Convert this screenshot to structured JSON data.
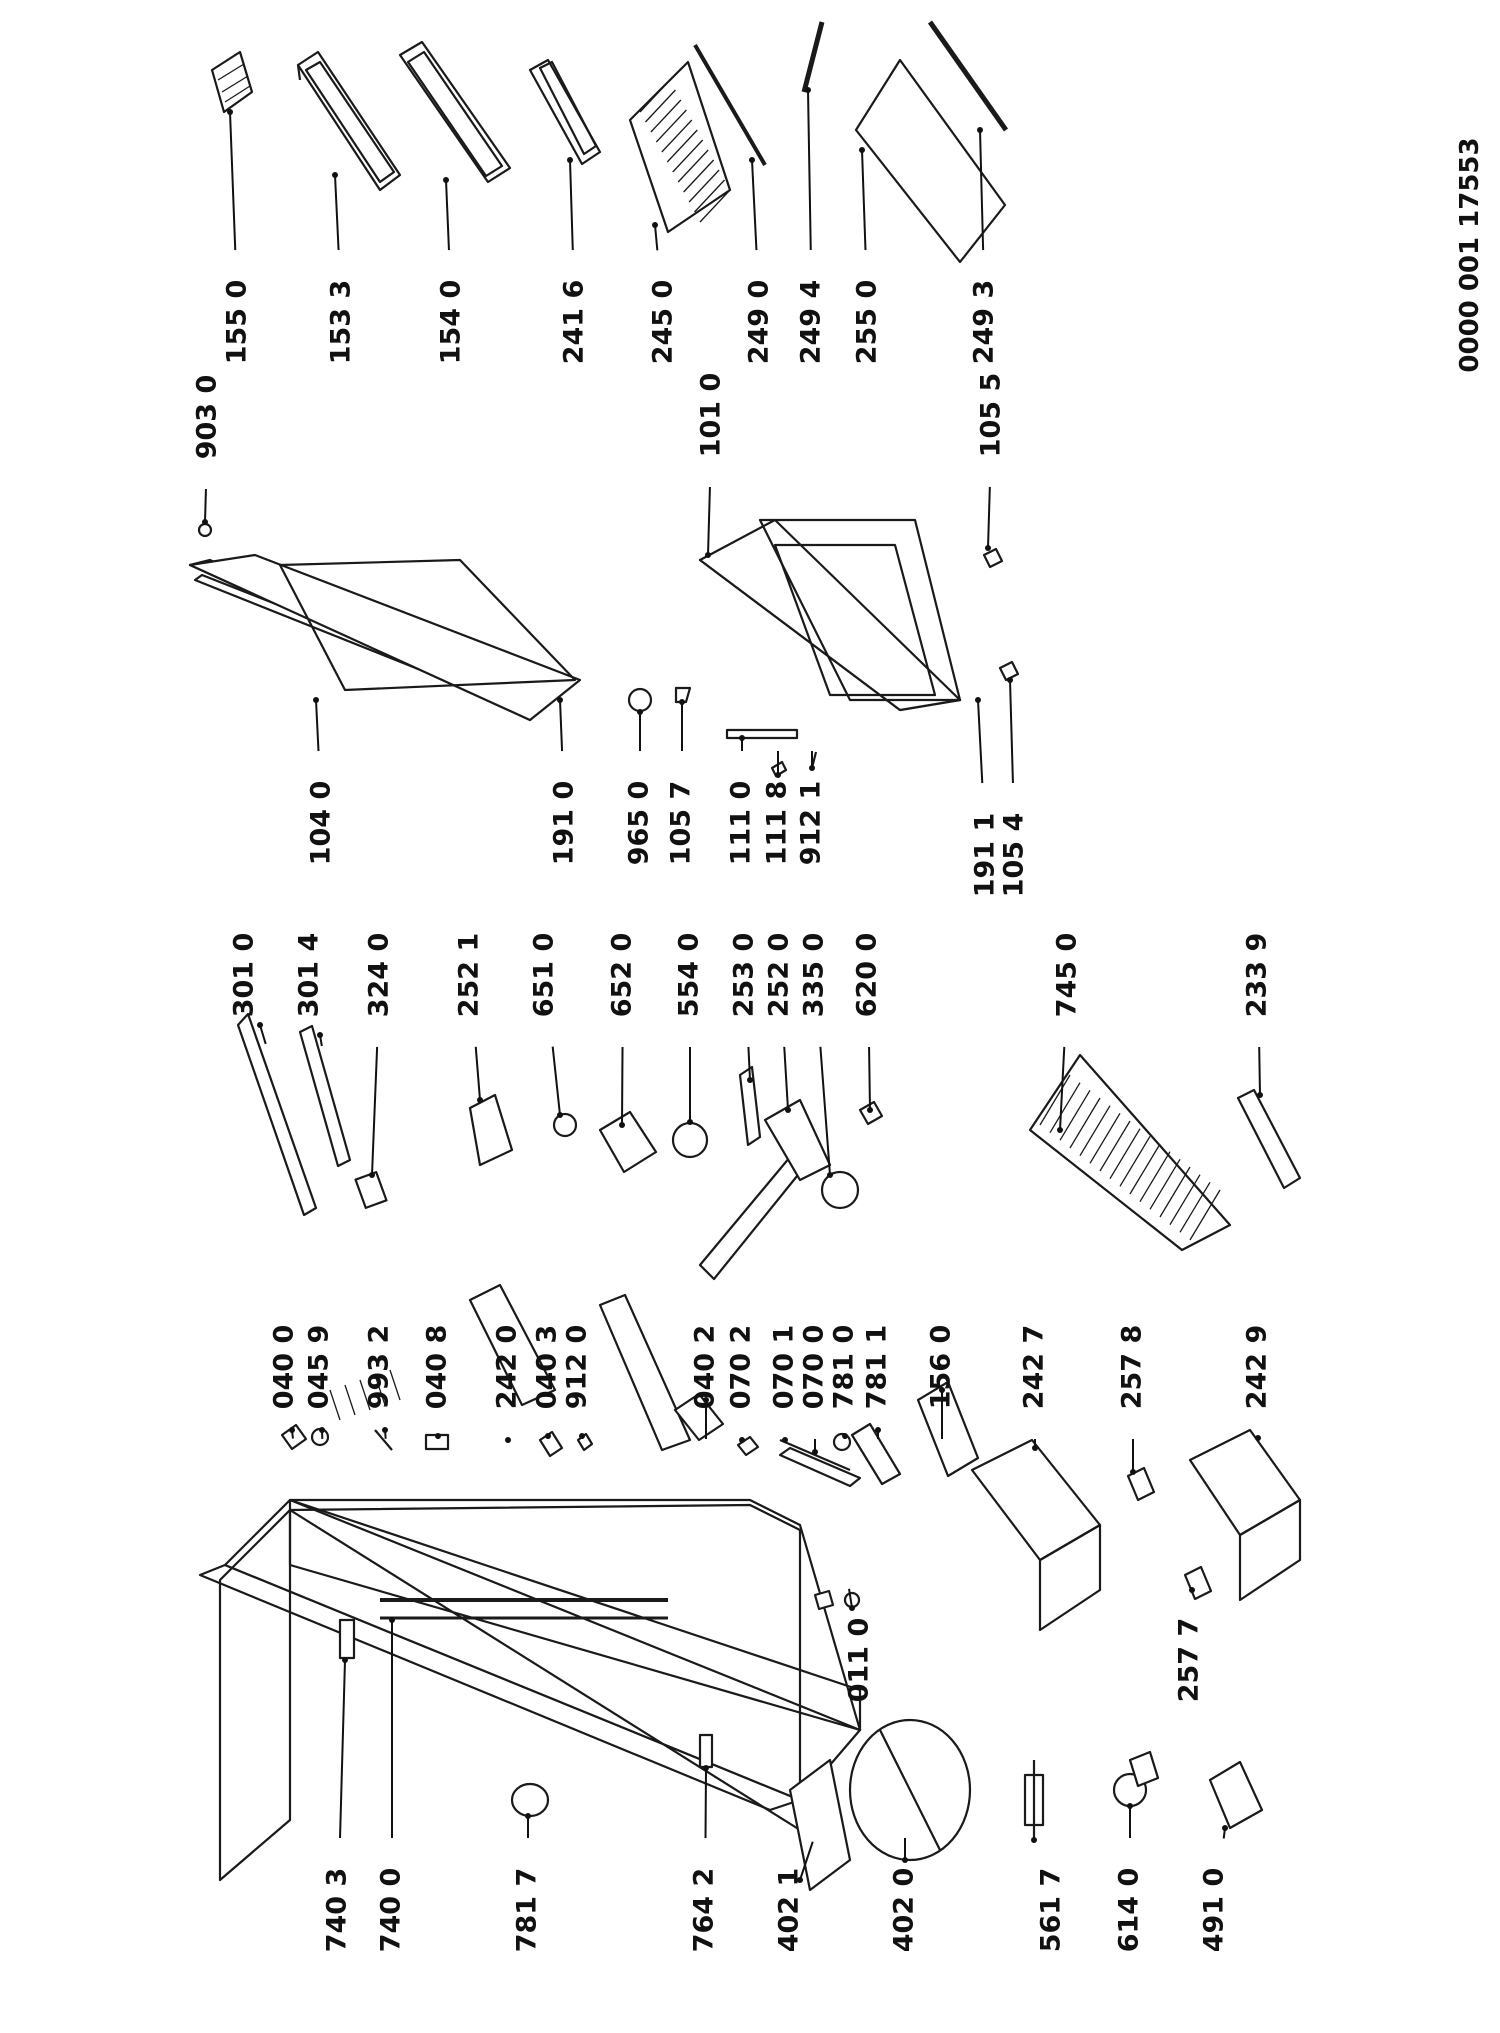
{
  "diagram": {
    "document_ref": "0000 001 17553",
    "part_labels": [
      "155 0",
      "153 3",
      "154 0",
      "241 6",
      "245 0",
      "249 0",
      "249 4",
      "255 0",
      "249 3",
      "903 0",
      "101 0",
      "105 5",
      "104 0",
      "191 0",
      "965 0",
      "105 7",
      "111 0",
      "111 8",
      "912 1",
      "191 1",
      "105 4",
      "301 0",
      "301 4",
      "324 0",
      "252 1",
      "651 0",
      "652 0",
      "554 0",
      "253 0",
      "252 0",
      "335 0",
      "620 0",
      "745 0",
      "233 9",
      "040 0",
      "045 9",
      "993 2",
      "040 8",
      "242 0",
      "040 3",
      "912 0",
      "040 2",
      "070 2",
      "070 1",
      "070 0",
      "781 0",
      "781 1",
      "156 0",
      "242 7",
      "257 8",
      "242 9",
      "257 7",
      "011 0",
      "740 3",
      "740 0",
      "781 7",
      "764 2",
      "402 1",
      "402 0",
      "561 7",
      "614 0",
      "491 0"
    ]
  }
}
